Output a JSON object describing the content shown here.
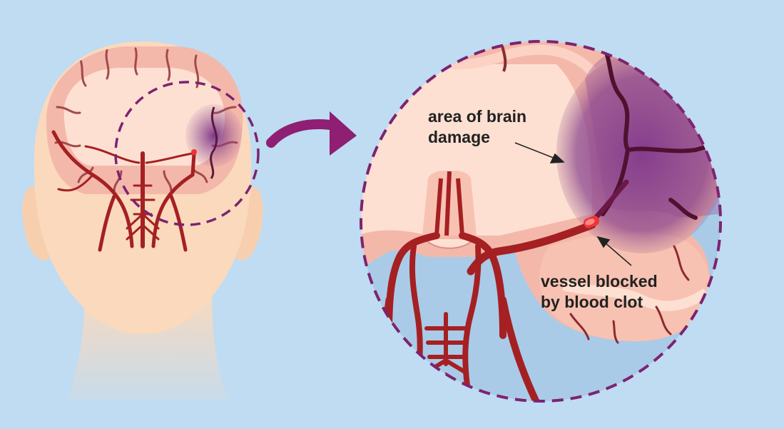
{
  "labels": {
    "damage": {
      "line1": "area of brain",
      "line2": "damage"
    },
    "clot": {
      "line1": "vessel blocked",
      "line2": "by blood clot"
    }
  },
  "colors": {
    "background": "#bfdcf2",
    "skin": "#fbd9bc",
    "brain": "#f4b8ab",
    "brain_fold": "#a24a4c",
    "white_matter": "#fde0d2",
    "artery": "#a52022",
    "damage_area": "#8b3f86",
    "clot": "#ef3438",
    "dashed_circle": "#7d2370",
    "arrow": "#8e1f72",
    "label_text": "#222222"
  }
}
